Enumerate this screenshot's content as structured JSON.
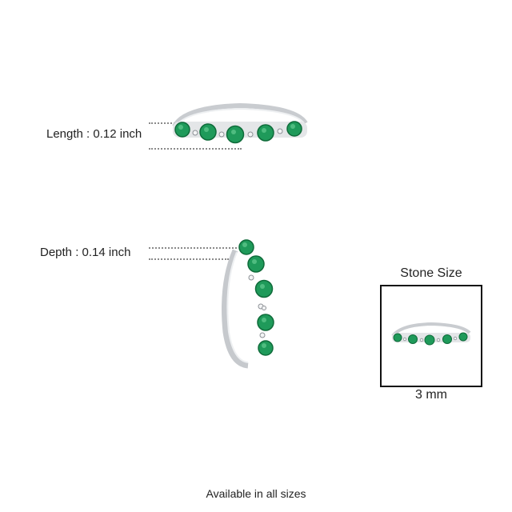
{
  "length_annotation": {
    "label": "Length : 0.12 inch"
  },
  "depth_annotation": {
    "label": "Depth : 0.14  inch"
  },
  "stone_size": {
    "title": "Stone Size",
    "measurement": "3 mm"
  },
  "footer": {
    "text": "Available in all sizes"
  },
  "colors": {
    "emerald": "#1f9a5a",
    "emerald_dark": "#0f6b3a",
    "metal": "#d6d8da",
    "metal_shadow": "#9ea2a6",
    "dotted_line": "#8a8a8a",
    "box_border": "#111111"
  },
  "ring_top_view": {
    "stones": 5,
    "accent_diamonds": 4
  },
  "ring_side_view": {
    "stones": 5,
    "accent_diamonds": 4
  },
  "ring_thumbnail": {
    "stones": 5
  }
}
